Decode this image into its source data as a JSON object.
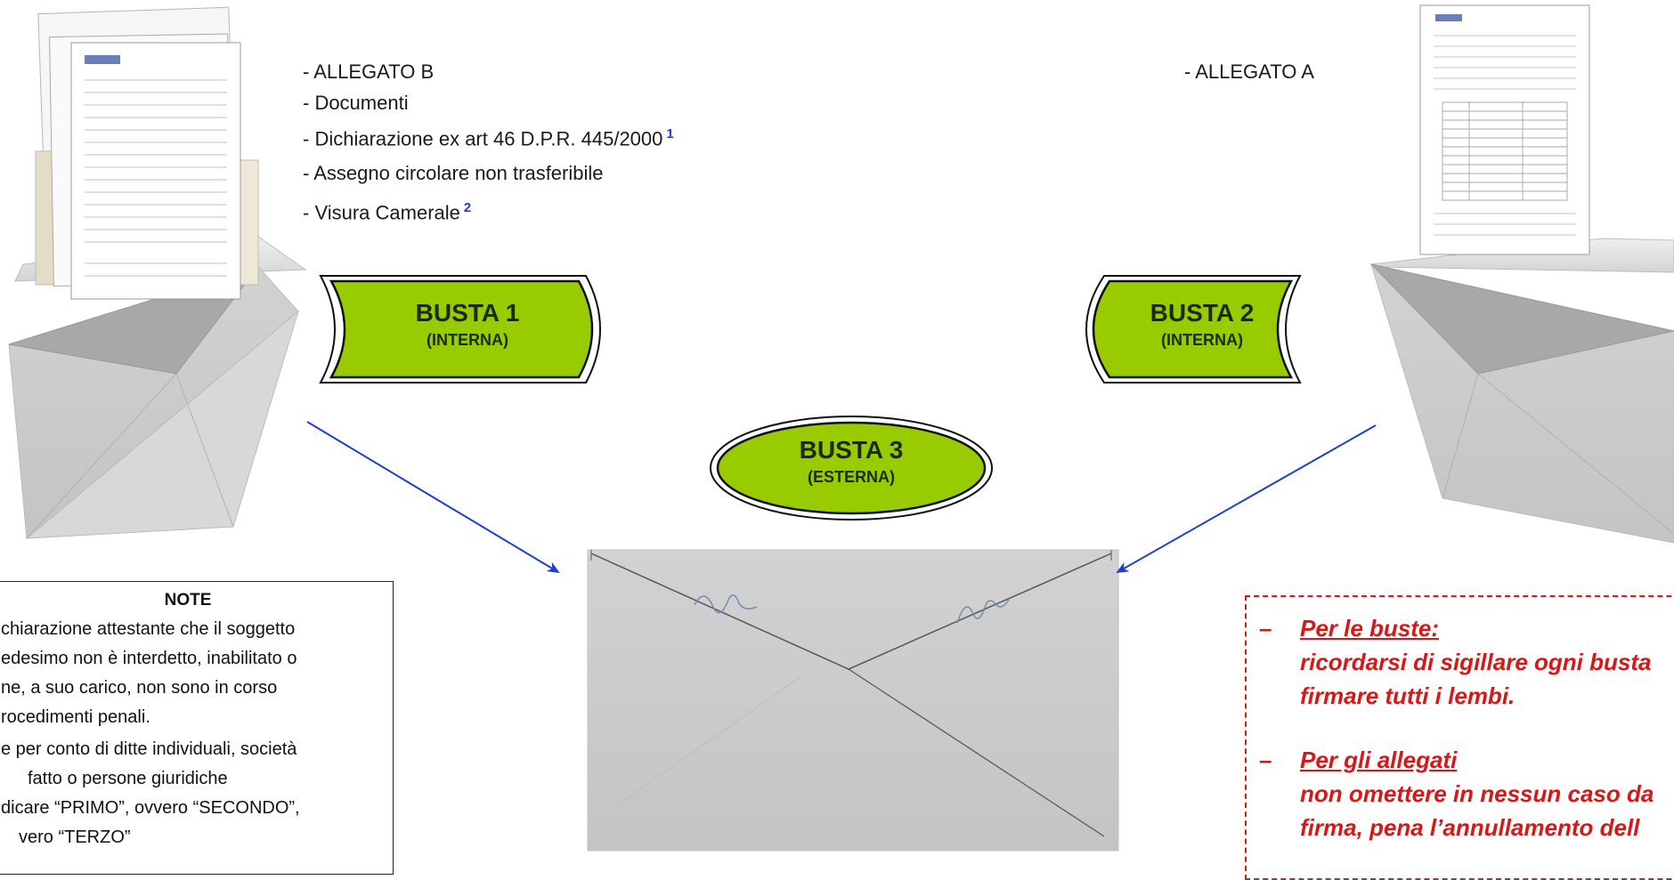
{
  "left_list": {
    "items": [
      {
        "text": "- ALLEGATO B",
        "sup": ""
      },
      {
        "text": "- Documenti",
        "sup": ""
      },
      {
        "text": "- Dichiarazione ex art 46 D.P.R. 445/2000",
        "sup": "1"
      },
      {
        "text": "- Assegno circolare non trasferibile",
        "sup": ""
      },
      {
        "text": "- Visura Camerale",
        "sup": "2"
      }
    ]
  },
  "right_list": {
    "item": "- ALLEGATO A"
  },
  "busta1": {
    "title": "BUSTA 1",
    "sub": "(INTERNA)"
  },
  "busta2": {
    "title": "BUSTA 2",
    "sub": "(INTERNA)"
  },
  "busta3": {
    "title": "BUSTA 3",
    "sub": "(ESTERNA)"
  },
  "notes": {
    "title": "NOTE",
    "lines": [
      "chiarazione attestante che il soggetto",
      "edesimo non è interdetto, inabilitato o",
      "ne, a suo carico, non sono in corso",
      "rocedimenti penali.",
      "e per conto di ditte individuali, società",
      "fatto o persone giuridiche",
      "dicare “PRIMO”, ovvero “SECONDO”,",
      "vero “TERZO”"
    ]
  },
  "warning": {
    "dash": "–",
    "heading1": "Per le buste:",
    "line1a": "ricordarsi di sigillare ogni busta",
    "line1b": "firmare tutti i lembi.",
    "heading2": "Per gli allegati",
    "line2a": "non omettere in nessun caso da",
    "line2b": "firma, pena l’annullamento dell"
  },
  "colors": {
    "label_green": "#99cc00",
    "arrow_blue": "#1f3fd0",
    "warning_red": "#d81818",
    "envelope_gray": "#cfcfcf"
  }
}
